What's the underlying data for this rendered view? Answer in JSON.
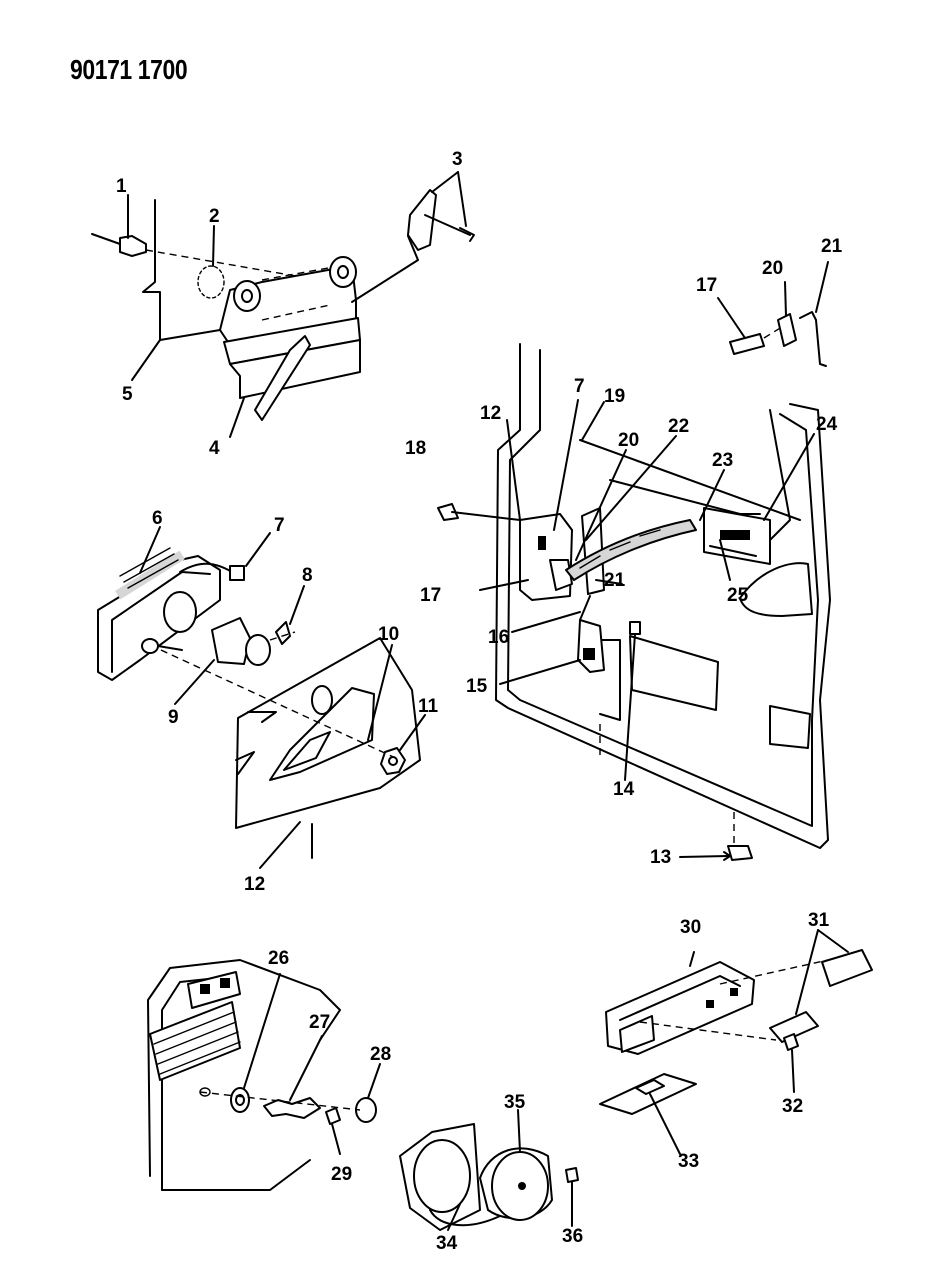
{
  "document": {
    "id": "90171 1700"
  },
  "callouts": [
    {
      "id": "c1",
      "text": "1"
    },
    {
      "id": "c2",
      "text": "2"
    },
    {
      "id": "c3",
      "text": "3"
    },
    {
      "id": "c4",
      "text": "4"
    },
    {
      "id": "c5",
      "text": "5"
    },
    {
      "id": "c6",
      "text": "6"
    },
    {
      "id": "c7a",
      "text": "7"
    },
    {
      "id": "c8",
      "text": "8"
    },
    {
      "id": "c9",
      "text": "9"
    },
    {
      "id": "c10",
      "text": "10"
    },
    {
      "id": "c11",
      "text": "11"
    },
    {
      "id": "c12a",
      "text": "12"
    },
    {
      "id": "c17a",
      "text": "17"
    },
    {
      "id": "c20a",
      "text": "20"
    },
    {
      "id": "c21a",
      "text": "21"
    },
    {
      "id": "c12b",
      "text": "12"
    },
    {
      "id": "c7b",
      "text": "7"
    },
    {
      "id": "c19",
      "text": "19"
    },
    {
      "id": "c20b",
      "text": "20"
    },
    {
      "id": "c22",
      "text": "22"
    },
    {
      "id": "c23",
      "text": "23"
    },
    {
      "id": "c24",
      "text": "24"
    },
    {
      "id": "c18",
      "text": "18"
    },
    {
      "id": "c17b",
      "text": "17"
    },
    {
      "id": "c21b",
      "text": "21"
    },
    {
      "id": "c25",
      "text": "25"
    },
    {
      "id": "c16",
      "text": "16"
    },
    {
      "id": "c15",
      "text": "15"
    },
    {
      "id": "c14",
      "text": "14"
    },
    {
      "id": "c13",
      "text": "13"
    },
    {
      "id": "c26",
      "text": "26"
    },
    {
      "id": "c27",
      "text": "27"
    },
    {
      "id": "c28",
      "text": "28"
    },
    {
      "id": "c29",
      "text": "29"
    },
    {
      "id": "c30",
      "text": "30"
    },
    {
      "id": "c31",
      "text": "31"
    },
    {
      "id": "c32",
      "text": "32"
    },
    {
      "id": "c33",
      "text": "33"
    },
    {
      "id": "c34",
      "text": "34"
    },
    {
      "id": "c35",
      "text": "35"
    },
    {
      "id": "c36",
      "text": "36"
    }
  ]
}
